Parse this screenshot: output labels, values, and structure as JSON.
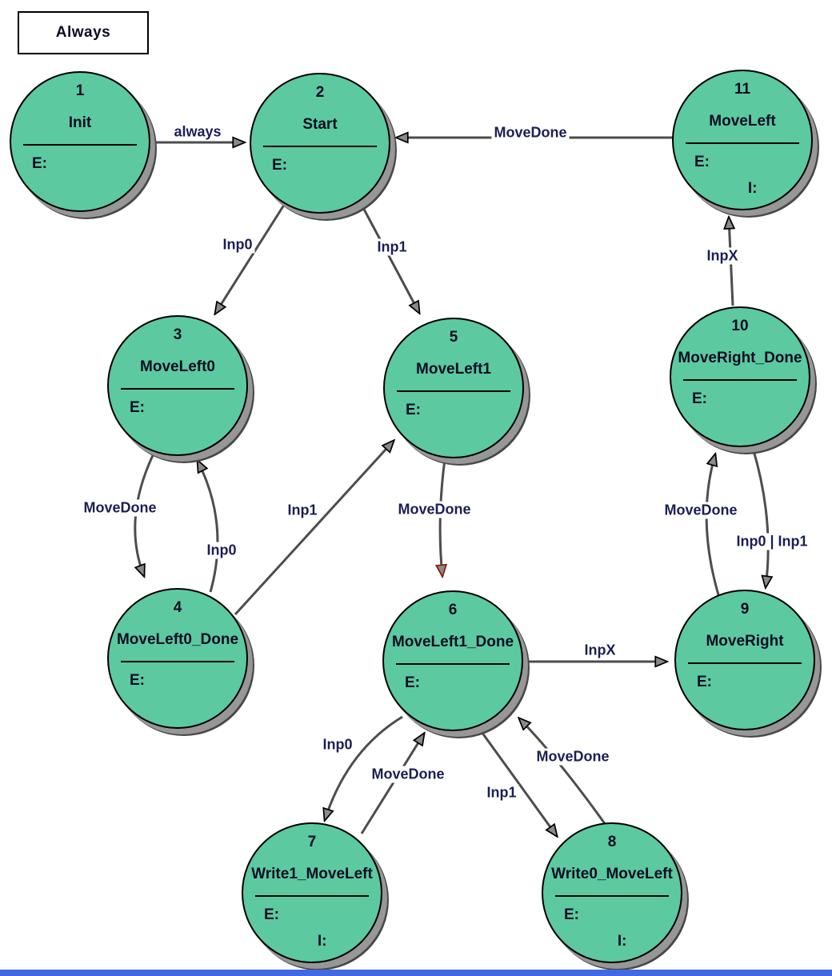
{
  "diagram": {
    "legend_box": {
      "label": "Always"
    },
    "colors": {
      "state_fill": "#5cc9a1",
      "state_border": "#000000",
      "state_shadow": "#979797",
      "edge_line": "#4d4d4d",
      "arrowhead_fill": "#8a8a8a",
      "special_arrowhead_outline": "#8b1d0a",
      "label_text": "#1b1f55",
      "bottom_bar": "#4169e1"
    },
    "states": [
      {
        "number": "1",
        "name": "Init",
        "entry_label": "E:"
      },
      {
        "number": "2",
        "name": "Start",
        "entry_label": "E:"
      },
      {
        "number": "3",
        "name": "MoveLeft0",
        "entry_label": "E:"
      },
      {
        "number": "4",
        "name": "MoveLeft0_Done",
        "entry_label": "E:"
      },
      {
        "number": "5",
        "name": "MoveLeft1",
        "entry_label": "E:"
      },
      {
        "number": "6",
        "name": "MoveLeft1_Done",
        "entry_label": "E:"
      },
      {
        "number": "7",
        "name": "Write1_MoveLeft",
        "entry_label": "E:",
        "input_label": "I:"
      },
      {
        "number": "8",
        "name": "Write0_MoveLeft",
        "entry_label": "E:",
        "input_label": "I:"
      },
      {
        "number": "9",
        "name": "MoveRight",
        "entry_label": "E:"
      },
      {
        "number": "10",
        "name": "MoveRight_Done",
        "entry_label": "E:"
      },
      {
        "number": "11",
        "name": "MoveLeft",
        "entry_label": "E:",
        "input_label": "I:"
      }
    ],
    "transitions": [
      {
        "label": "always",
        "from": "Init",
        "to": "Start"
      },
      {
        "label": "MoveDone",
        "from": "MoveLeft",
        "to": "Start"
      },
      {
        "label": "Inp0",
        "from": "Start",
        "to": "MoveLeft0"
      },
      {
        "label": "Inp1",
        "from": "Start",
        "to": "MoveLeft1"
      },
      {
        "label": "MoveDone",
        "from": "MoveLeft0",
        "to": "MoveLeft0_Done"
      },
      {
        "label": "Inp0",
        "from": "MoveLeft0_Done",
        "to": "MoveLeft0"
      },
      {
        "label": "Inp1",
        "from": "MoveLeft0_Done",
        "to": "MoveLeft1"
      },
      {
        "label": "MoveDone",
        "from": "MoveLeft1",
        "to": "MoveLeft1_Done"
      },
      {
        "label": "InpX",
        "from": "MoveLeft1_Done",
        "to": "MoveRight"
      },
      {
        "label": "MoveDone",
        "from": "MoveRight",
        "to": "MoveRight_Done"
      },
      {
        "label": "Inp0 | Inp1",
        "from": "MoveRight_Done",
        "to": "MoveRight"
      },
      {
        "label": "InpX",
        "from": "MoveRight_Done",
        "to": "MoveLeft"
      },
      {
        "label": "Inp0",
        "from": "MoveLeft1_Done",
        "to": "Write1_MoveLeft"
      },
      {
        "label": "MoveDone",
        "from": "Write1_MoveLeft",
        "to": "MoveLeft1_Done"
      },
      {
        "label": "Inp1",
        "from": "MoveLeft1_Done",
        "to": "Write0_MoveLeft"
      },
      {
        "label": "MoveDone",
        "from": "Write0_MoveLeft",
        "to": "MoveLeft1_Done"
      }
    ]
  }
}
